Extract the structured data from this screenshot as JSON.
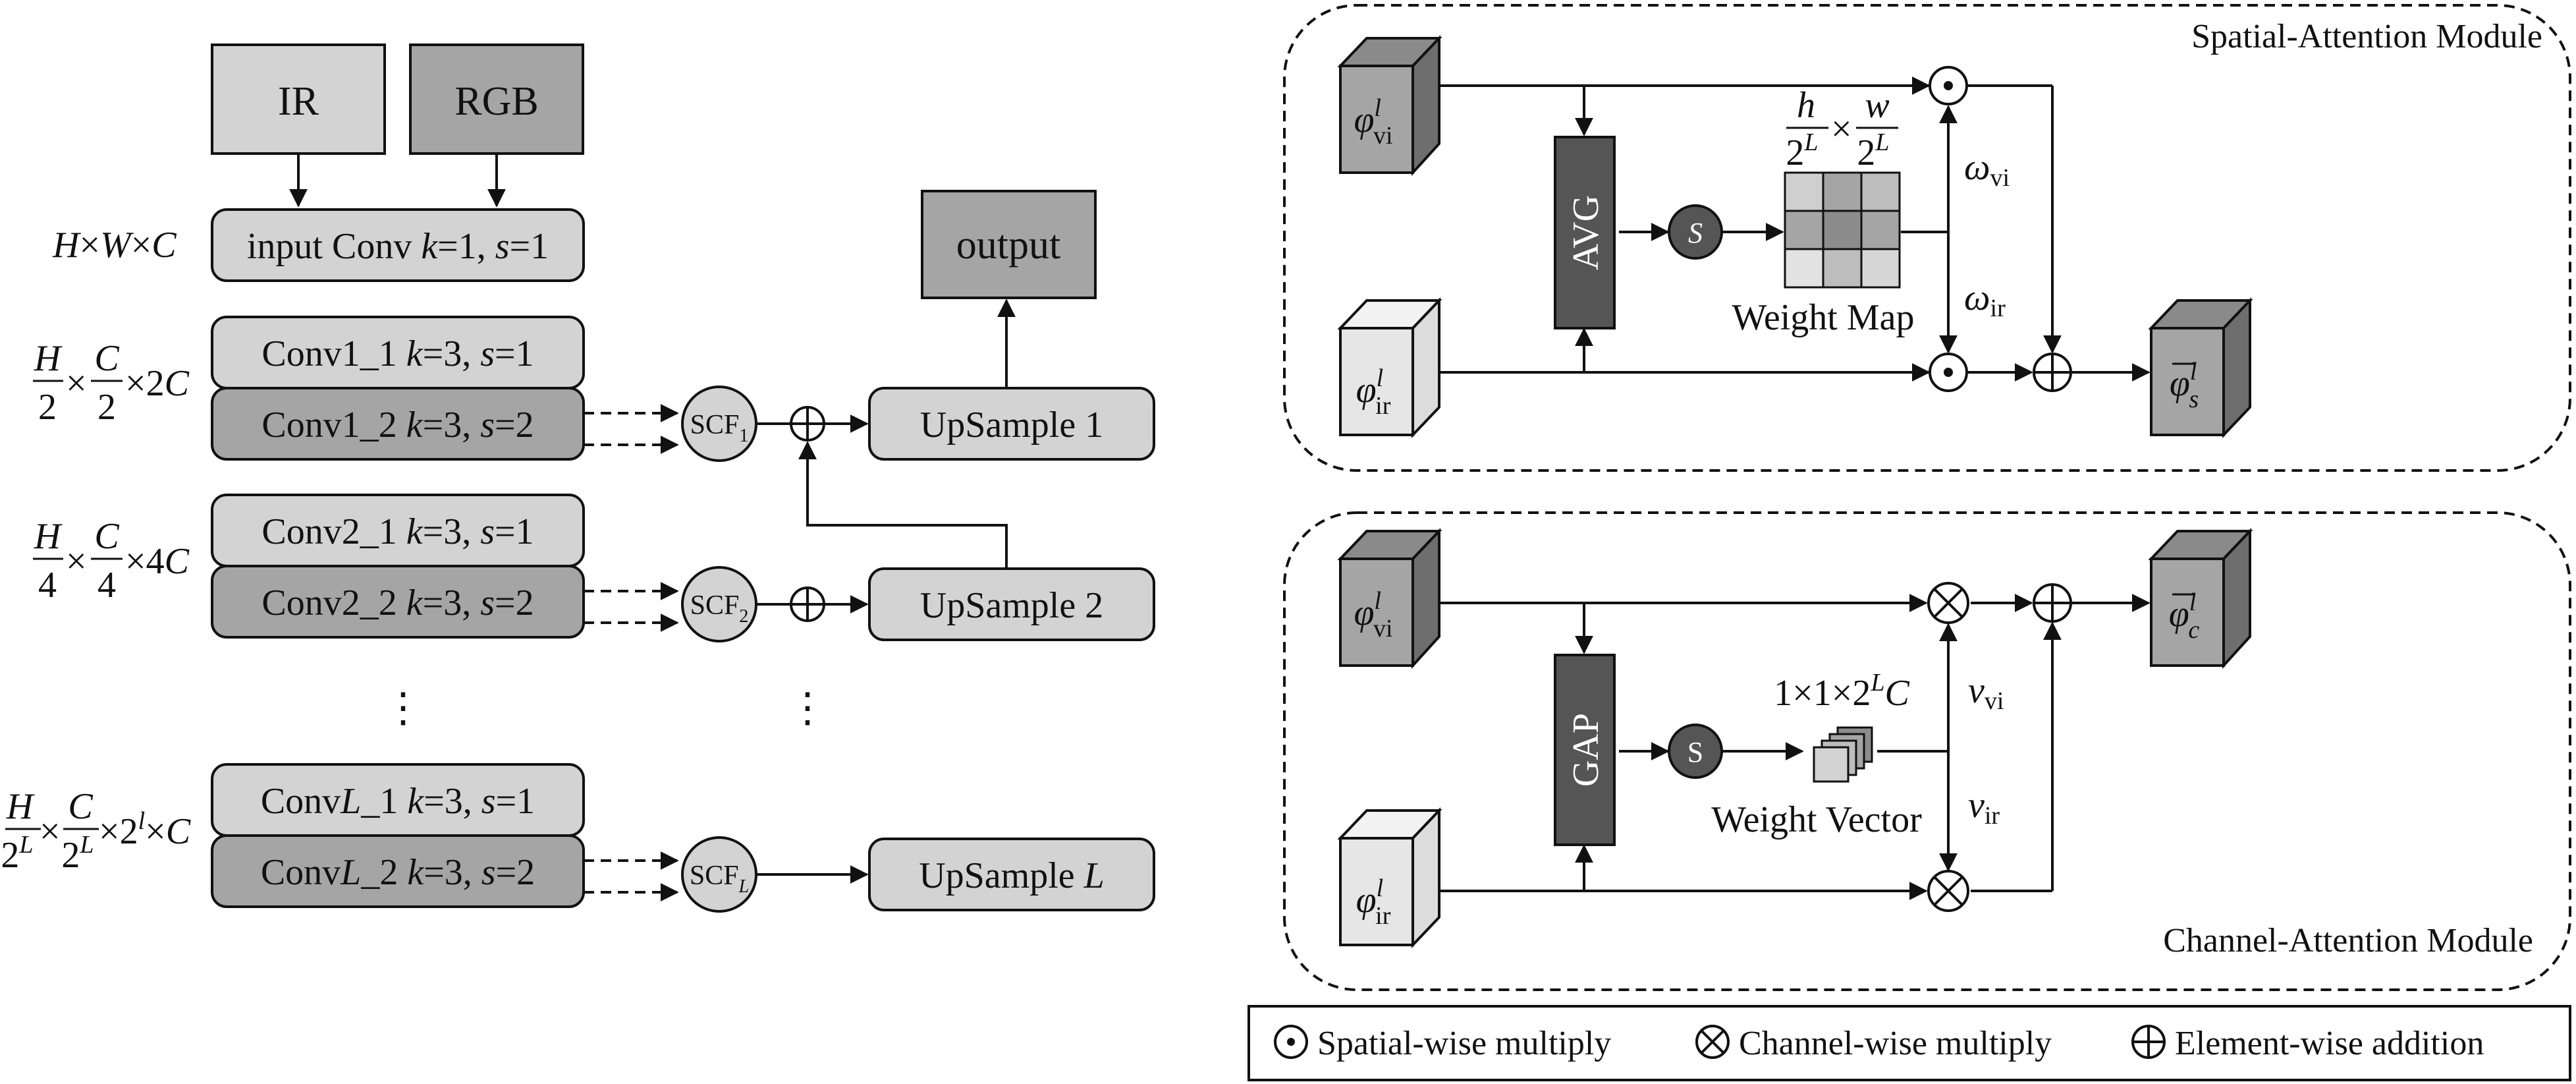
{
  "colors": {
    "box_light": "#d3d3d3",
    "box_mid": "#bdbdbd",
    "box_dark": "#a5a5a5",
    "box_darkest": "#555555",
    "stroke": "#111111"
  },
  "inputs": {
    "ir": "IR",
    "rgb": "RGB"
  },
  "output": "output",
  "input_conv": {
    "label": "input Conv",
    "k": "k",
    "k_val": "=1, ",
    "s": "s",
    "s_val": "=1"
  },
  "dims": {
    "d0": {
      "H": "H",
      "times1": "×",
      "W": "W",
      "times2": "×",
      "C": "C"
    },
    "d1": {
      "h_num": "H",
      "h_den": "2",
      "times1": "×",
      "c_num": "C",
      "c_den": "2",
      "times2": "×2",
      "C": "C"
    },
    "d2": {
      "h_num": "H",
      "h_den": "4",
      "times1": "×",
      "c_num": "C",
      "c_den": "4",
      "times2": "×4",
      "C": "C"
    },
    "dL": {
      "h_num": "H",
      "h_den": "2",
      "h_sup": "L",
      "times1": "×",
      "c_num": "C",
      "c_den": "2",
      "c_sup": "L",
      "times2": "×2",
      "sup2": "l",
      "times3": "×",
      "C": "C"
    }
  },
  "convs": [
    {
      "a": "Conv1_1",
      "b": "Conv1_2",
      "s_a": "=1",
      "s_b": "=2"
    },
    {
      "a": "Conv2_1",
      "b": "Conv2_2",
      "s_a": "=1",
      "s_b": "=2"
    }
  ],
  "convL": {
    "a_pre": "Conv",
    "a_mid": "L",
    "a_post": "_1",
    "b_pre": "Conv",
    "b_mid": "L",
    "b_post": "_2",
    "s_a": "=1",
    "s_b": "=2"
  },
  "k_s": {
    "k": "k",
    "k_val": "=3, ",
    "s": "s"
  },
  "scf": {
    "base": "SCF",
    "sub1": "1",
    "sub2": "2",
    "subL": "L"
  },
  "upsample": {
    "u1": "UpSample 1",
    "u2": "UpSample 2",
    "uL_pre": "UpSample ",
    "uL_it": "L"
  },
  "vdots": "⋮",
  "spatial": {
    "title": "Spatial-Attention Module",
    "avg": "AVG",
    "s_label": "S",
    "frac_h": "h",
    "frac_w": "w",
    "den": "2",
    "sup": "L",
    "times": "×",
    "weight_map": "Weight Map",
    "omega": "ω",
    "vi": "vi",
    "ir": "ir",
    "phi": "φ",
    "l": "l",
    "out_phi": "φ",
    "out_sub": "s"
  },
  "channel": {
    "title": "Channel-Attention Module",
    "gap": "GAP",
    "s_label": "S",
    "dim_pre": "1×1×2",
    "dim_sup": "L",
    "dim_post": "C",
    "weight_vector": "Weight Vector",
    "v": "v",
    "vi": "vi",
    "ir": "ir",
    "phi": "φ",
    "l": "l",
    "out_phi": "φ",
    "out_sub": "c"
  },
  "legend": {
    "spatial": "Spatial-wise multiply",
    "channel": "Channel-wise multiply",
    "element": "Element-wise addition"
  }
}
